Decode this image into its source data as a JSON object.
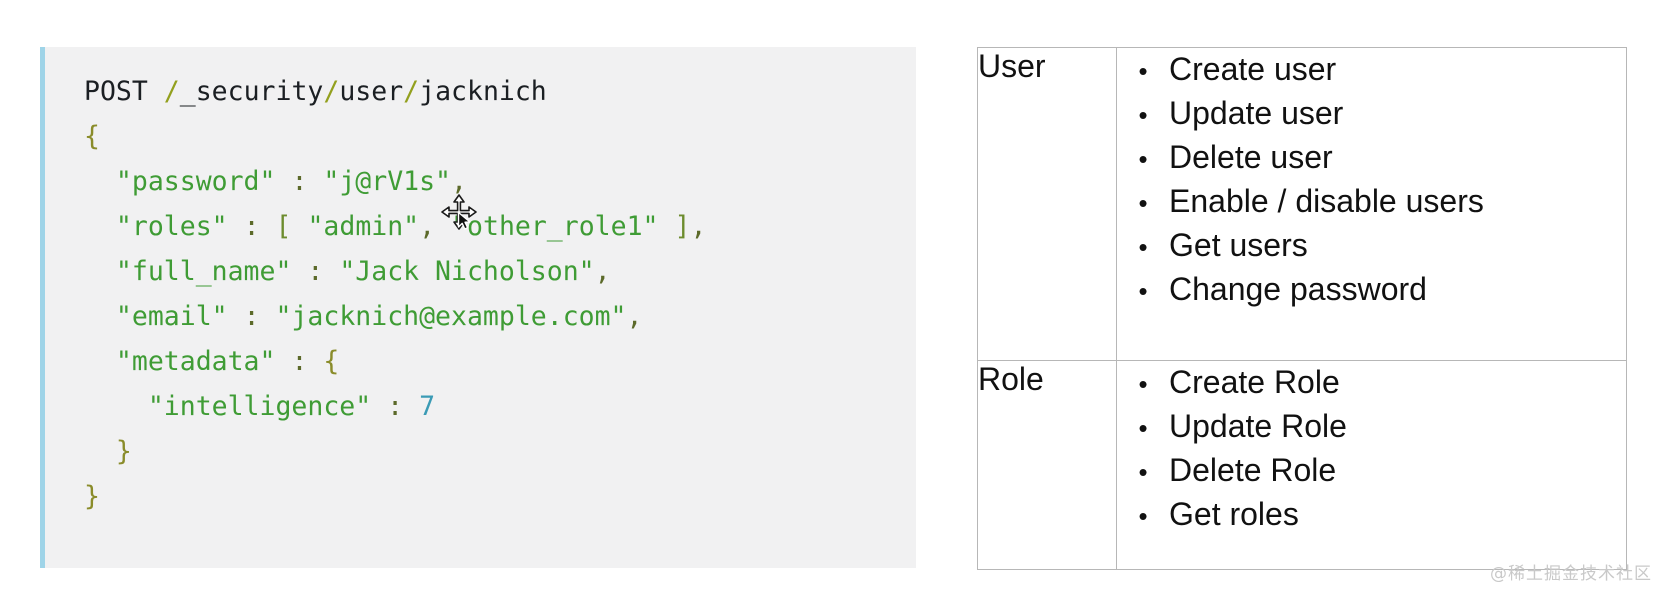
{
  "code_panel": {
    "accent_color": "#9fd4e8",
    "background": "#f1f1f2",
    "request_line": {
      "method": "POST",
      "path": "/_security/user/jacknich",
      "full": "POST /_security/user/jacknich"
    },
    "lines": [
      "POST /_security/user/jacknich",
      "{",
      "  \"password\" : \"j@rV1s\",",
      "  \"roles\" : [ \"admin\", \"other_role1\" ],",
      "  \"full_name\" : \"Jack Nicholson\",",
      "  \"email\" : \"jacknich@example.com\",",
      "  \"metadata\" : {",
      "    \"intelligence\" : 7",
      "  }",
      "}"
    ],
    "body": {
      "password": "j@rV1s",
      "roles": [
        "admin",
        "other_role1"
      ],
      "full_name": "Jack Nicholson",
      "email": "jacknich@example.com",
      "metadata": {
        "intelligence": 7
      }
    },
    "tokens": {
      "open_brace": "{",
      "close_brace": "}",
      "colon": ":",
      "comma": ",",
      "open_bracket": "[",
      "close_bracket": "]",
      "k_password": "\"password\"",
      "v_password": "\"j@rV1s\"",
      "k_roles": "\"roles\"",
      "v_role1": "\"admin\"",
      "v_role2": "\"other_role1\"",
      "k_full_name": "\"full_name\"",
      "v_full_name": "\"Jack Nicholson\"",
      "k_email": "\"email\"",
      "v_email": "\"jacknich@example.com\"",
      "k_metadata": "\"metadata\"",
      "k_intelligence": "\"intelligence\"",
      "v_intelligence": "7"
    },
    "colors": {
      "string": "#3f9c35",
      "number": "#3b9bb5",
      "brace": "#8a8c2a",
      "slash": "#93a01e",
      "method": "#1b1f23"
    }
  },
  "permissions_table": {
    "bullet_glyph": "•",
    "rows": [
      {
        "category": "User",
        "items": [
          "Create user",
          "Update user",
          "Delete user",
          "Enable / disable users",
          "Get users",
          "Change password"
        ]
      },
      {
        "category": "Role",
        "items": [
          "Create Role",
          "Update Role",
          "Delete Role",
          "Get roles"
        ]
      }
    ]
  },
  "cursor": {
    "type": "move-cursor"
  },
  "watermark": {
    "text": "@稀土掘金技术社区"
  }
}
